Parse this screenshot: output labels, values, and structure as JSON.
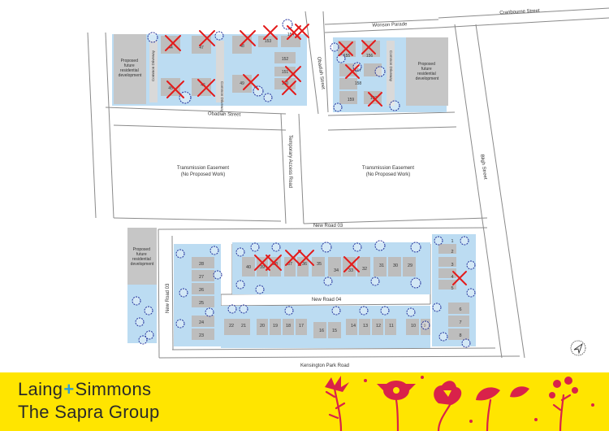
{
  "streets": {
    "cranbourne": "Cranbourne Street",
    "wonson": "Wonson Parade",
    "obadiah_h": "Obadiah Street",
    "obadiah_v": "Obadiah Street",
    "temporary_access": "Temporary Access Road",
    "bligh": "Bligh Street",
    "new_road_03_top": "New Road 03",
    "new_road_03_left": "New Road 03",
    "new_road_04": "New Road 04",
    "kensington": "Kensington Park Road",
    "common_driveway": "Common Driveway"
  },
  "areas": {
    "easement_title": "Transmission Easement",
    "easement_sub": "(No Proposed Work)",
    "future_line1": "Proposed",
    "future_line2": "future",
    "future_line3": "residential",
    "future_line4": "development"
  },
  "lots": {
    "top_left": [
      "44",
      "47",
      "48",
      "153",
      "154",
      "45",
      "46",
      "49",
      "152",
      "151",
      "150"
    ],
    "top_right": [
      "155",
      "156",
      "157",
      "158",
      "159",
      "160"
    ],
    "mid": [
      "40",
      "39",
      "38",
      "37",
      "36",
      "35",
      "34",
      "33",
      "32",
      "31",
      "30",
      "29"
    ],
    "left_col": [
      "28",
      "27",
      "26",
      "25",
      "24",
      "23"
    ],
    "bottom": [
      "22",
      "21",
      "20",
      "19",
      "18",
      "17",
      "16",
      "15",
      "14",
      "13",
      "12",
      "11",
      "10",
      "9"
    ],
    "right_col": [
      "1",
      "2",
      "3",
      "4",
      "5",
      "6",
      "7",
      "8"
    ]
  },
  "brand": {
    "name_part1": "Laing",
    "plus": "+",
    "name_part2": "Simmons",
    "group": "The Sapra Group"
  },
  "colors": {
    "lot_blue": "#bcdcf2",
    "building_grey": "#bdbdbd",
    "road_line": "#8a8a8a",
    "cross_red": "#e31b1b",
    "tree_outline": "#1f2f9a",
    "footer_yellow": "#ffe500",
    "flower_red": "#d9224a"
  },
  "icons": [
    "north-arrow-icon",
    "tree-icon",
    "removed-cross-icon"
  ]
}
